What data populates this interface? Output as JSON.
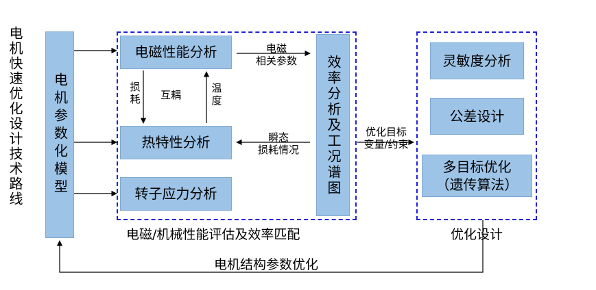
{
  "title_vertical": "电机快速优化设计技术路线",
  "left_box": "电机参数化模型",
  "group1": {
    "caption": "电磁/机械性能评估及效率匹配",
    "em_box": "电磁性能分析",
    "thermal_box": "热特性分析",
    "rotor_box": "转子应力分析",
    "eff_box": "效率分析及工况谱图",
    "coupling_label": "互耦",
    "loss_label": "损耗",
    "temp_label": "温度",
    "em_params_label": "电磁\n相关参数",
    "transient_label": "瞬态\n损耗情况"
  },
  "link_label": "优化目标\n变量/约束",
  "group2": {
    "caption": "优化设计",
    "sensitivity_box": "灵敏度分析",
    "tolerance_box": "公差设计",
    "multiobj_box": "多目标优化\n（遗传算法）"
  },
  "feedback_label": "电机结构参数优化",
  "colors": {
    "box_fill": "#9dc3e6",
    "dash_border": "#1f1fd6",
    "line": "#000000"
  }
}
